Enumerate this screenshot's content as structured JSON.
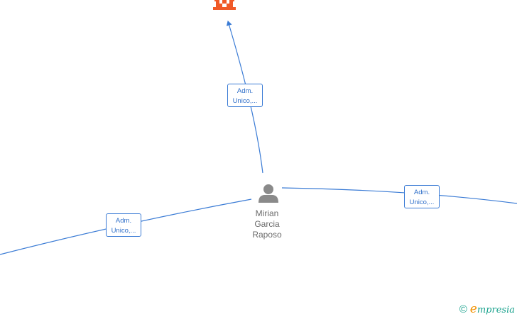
{
  "colors": {
    "edge": "#3a7bd5",
    "label_text": "#2f6fc9",
    "person_icon": "#8a8a8a",
    "person_text": "#6b6b6b",
    "company_icon": "#f05a28",
    "brand_teal": "#19a28d",
    "brand_orange": "#f29100"
  },
  "center_person": {
    "icon": "person-icon",
    "name_lines": [
      "Mirian",
      "Garcia",
      "Raposo"
    ]
  },
  "company_node": {
    "icon": "building-icon"
  },
  "relations": [
    {
      "id": "top",
      "label_lines": [
        "Adm.",
        "Unico,..."
      ]
    },
    {
      "id": "left",
      "label_lines": [
        "Adm.",
        "Unico,..."
      ]
    },
    {
      "id": "right",
      "label_lines": [
        "Adm.",
        "Unico,..."
      ]
    }
  ],
  "watermark": {
    "copyright_symbol": "©",
    "brand_first": "e",
    "brand_rest": "mpresia"
  }
}
